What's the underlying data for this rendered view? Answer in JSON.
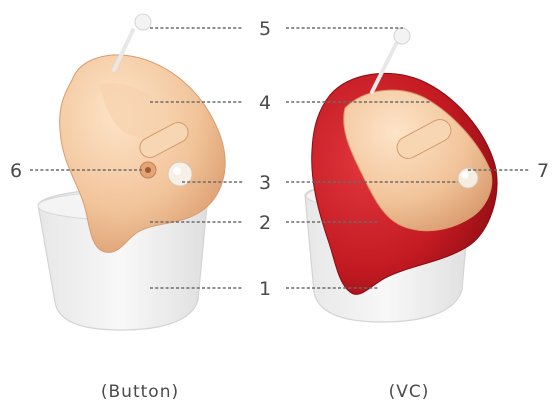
{
  "callouts": {
    "c1": "1",
    "c2": "2",
    "c3": "3",
    "c4": "4",
    "c5": "5",
    "c6": "6",
    "c7": "7"
  },
  "captions": {
    "left": "(Button)",
    "right": "(VC)"
  },
  "colors": {
    "skin_shell": "#f2c9a2",
    "red_shell": "#c81e23",
    "cup": "#eeeeee"
  }
}
